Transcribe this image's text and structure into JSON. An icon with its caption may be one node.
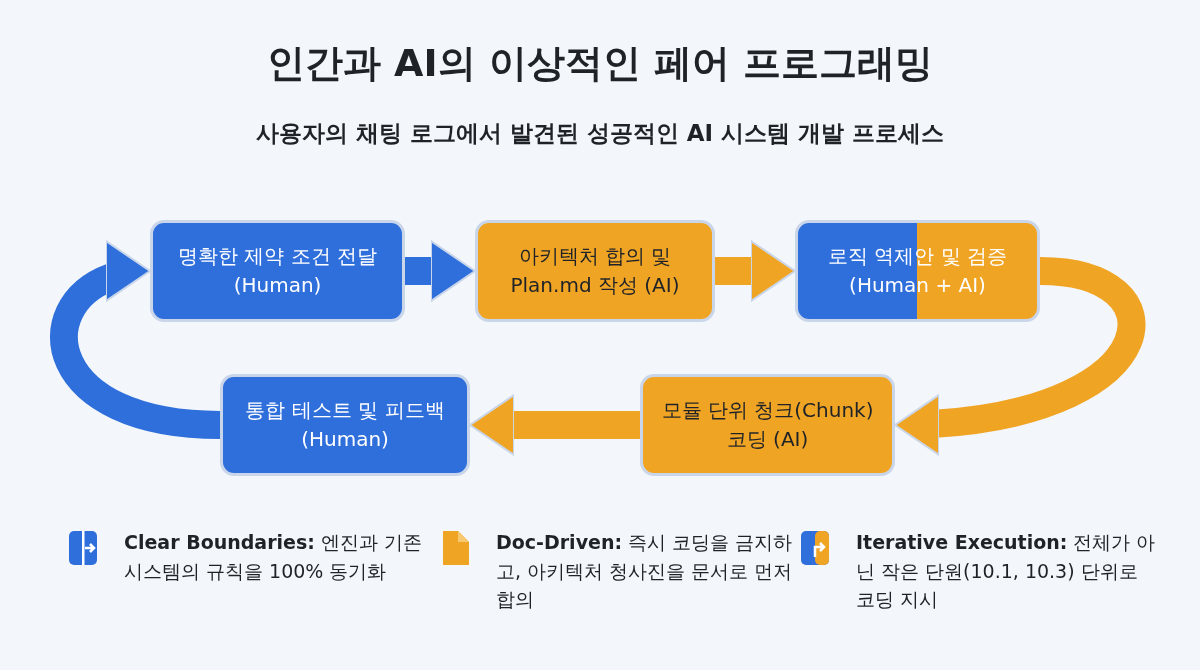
{
  "diagram": {
    "title": "인간과 AI의 이상적인 페어 프로그래밍",
    "caption": "사용자의 채팅 로그에서 발견된 성공적인 AI 시스템 개발 프로세스",
    "nodes": [
      {
        "text": [
          "명확한 제약 조건 전달 (Human)"
        ]
      },
      {
        "text": [
          "아키텍처 합의 및 Plan.md 작성 (AI)"
        ]
      },
      {
        "text": [
          "로직 역제안 및 검증 (Human + AI)"
        ]
      },
      {
        "text": [
          "모듈 단위 청크(Chunk) 코딩 (AI)"
        ]
      },
      {
        "text": [
          "통합 테스트 및 피드백 (Human)"
        ]
      }
    ],
    "edges": [
      {
        "from": 0,
        "to": 1,
        "arrow": "to",
        "color": "#2f6fdc"
      },
      {
        "from": 1,
        "to": 2,
        "arrow": "to"
      },
      {
        "from": 2,
        "to": 3,
        "arrow": "to"
      },
      {
        "from": 3,
        "to": 4,
        "arrow": "to"
      },
      {
        "from": 4,
        "to": 0,
        "arrow": "to",
        "color": "#2f6fdc"
      }
    ],
    "labels": [
      "**Clear Boundaries:** 엔진과 기존 시스템의 규칙을 100% 동기화",
      "**Doc-Driven:** 즉시 코딩을 금지하고, 아키텍처 청사진을 문서로 먼저 합의",
      "**Iterative Execution:** 전체가 아닌 작은 단원(10.1, 10.3) 단위로 코딩 지시"
    ]
  }
}
